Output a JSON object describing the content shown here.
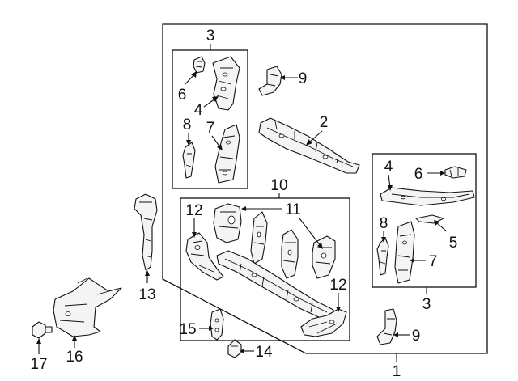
{
  "callouts": {
    "c1": "1",
    "c2": "2",
    "c3_top": "3",
    "c3_right": "3",
    "c4_left": "4",
    "c4_right": "4",
    "c5": "5",
    "c6_left": "6",
    "c6_right": "6",
    "c7_left": "7",
    "c7_right": "7",
    "c8_left": "8",
    "c8_right": "8",
    "c9_top": "9",
    "c9_bottom": "9",
    "c10": "10",
    "c11": "11",
    "c12_left": "12",
    "c12_right": "12",
    "c13": "13",
    "c14": "14",
    "c15": "15",
    "c16": "16",
    "c17": "17"
  }
}
